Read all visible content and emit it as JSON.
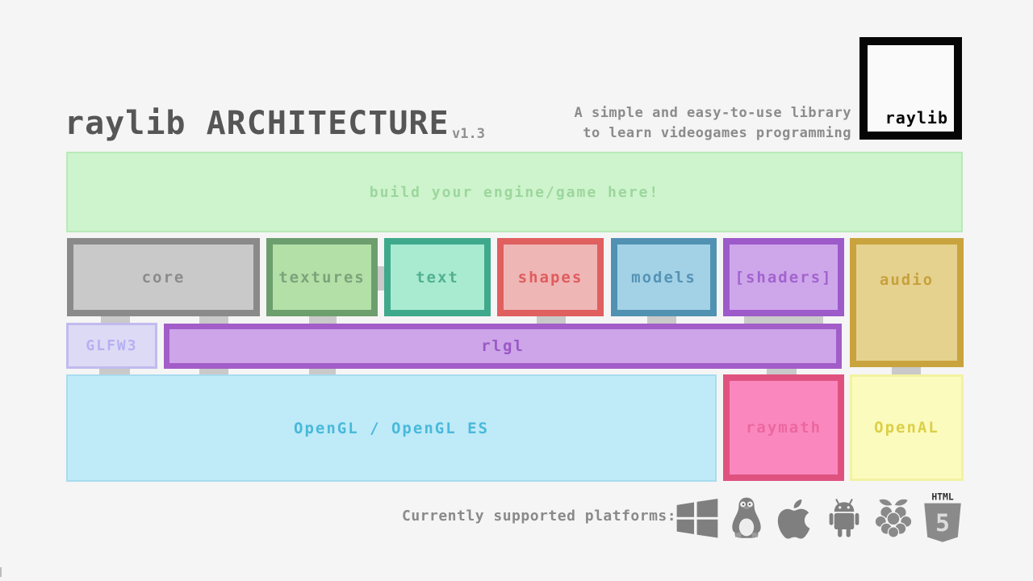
{
  "header": {
    "title": "raylib ARCHITECTURE",
    "version": "v1.3",
    "tagline_line1": "A simple and easy-to-use library",
    "tagline_line2": "to learn videogames programming",
    "logo_label": "raylib"
  },
  "diagram": {
    "engine_box": {
      "label": "build your engine/game here!",
      "fill": "#cdf4cd",
      "border": "#b9e9b9",
      "text_color": "#9dd69d"
    },
    "modules": [
      {
        "id": "core",
        "label": "core",
        "fill": "#c9c9c9",
        "border": "#8a8a8a",
        "text_color": "#8b8b8b"
      },
      {
        "id": "textures",
        "label": "textures",
        "fill": "#b2e0a7",
        "border": "#6d9e6e",
        "text_color": "#7da37a"
      },
      {
        "id": "text",
        "label": "text",
        "fill": "#a9ebd1",
        "border": "#3fa98c",
        "text_color": "#52b091"
      },
      {
        "id": "shapes",
        "label": "shapes",
        "fill": "#efb6b6",
        "border": "#e05f5f",
        "text_color": "#e05c5c"
      },
      {
        "id": "models",
        "label": "models",
        "fill": "#a3d2e7",
        "border": "#5191b2",
        "text_color": "#5693b4"
      },
      {
        "id": "shaders",
        "label": "[shaders]",
        "fill": "#cea7ea",
        "border": "#9d5ac9",
        "text_color": "#a263ce"
      },
      {
        "id": "audio",
        "label": "audio",
        "fill": "#e5d28f",
        "border": "#c9a33e",
        "text_color": "#c7a13c"
      }
    ],
    "middle_row": [
      {
        "id": "glfw3",
        "label": "GLFW3",
        "fill": "#dddaf5",
        "border": "#c0bbee",
        "text_color": "#b5b0f2"
      },
      {
        "id": "rlgl",
        "label": "rlgl",
        "fill": "#cda5e8",
        "border": "#a25dc8",
        "text_color": "#9a58c6"
      }
    ],
    "bottom_row": [
      {
        "id": "opengl",
        "label": "OpenGL / OpenGL ES",
        "fill": "#bfeaf8",
        "border": "#a8dcef",
        "text_color": "#49b9da"
      },
      {
        "id": "raymath",
        "label": "raymath",
        "fill": "#fa88be",
        "border": "#df5280",
        "text_color": "#ec679f"
      },
      {
        "id": "openal",
        "label": "OpenAL",
        "fill": "#fbfbbe",
        "border": "#f2f2a2",
        "text_color": "#dccf48"
      }
    ]
  },
  "platforms": {
    "label": "Currently supported platforms:",
    "items": [
      {
        "name": "Windows"
      },
      {
        "name": "Linux"
      },
      {
        "name": "macOS"
      },
      {
        "name": "Android"
      },
      {
        "name": "Raspberry Pi"
      },
      {
        "name": "HTML5",
        "icon_text_top": "HTML",
        "icon_text_number": "5"
      }
    ]
  }
}
